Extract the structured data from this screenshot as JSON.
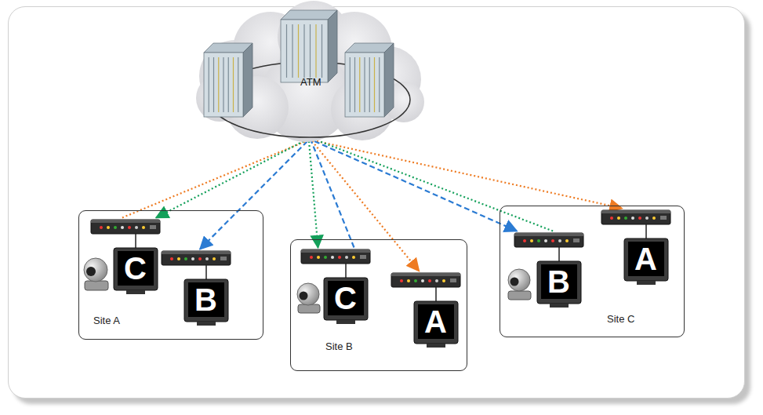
{
  "diagram": {
    "nodes": [
      {
        "text": [
          "ATM"
        ]
      },
      {
        "text": [
          "Site A"
        ]
      },
      {
        "text": [
          "C"
        ],
        "in": 1
      },
      {
        "text": [
          "B"
        ],
        "in": 1
      },
      {
        "text": [
          "Site B"
        ]
      },
      {
        "text": [
          "C"
        ],
        "in": 4
      },
      {
        "text": [
          "A"
        ],
        "in": 4
      },
      {
        "text": [
          "Site C"
        ]
      },
      {
        "text": [
          "B"
        ],
        "in": 7
      },
      {
        "text": [
          "A"
        ],
        "in": 7
      }
    ],
    "edges": [
      {
        "from": 2,
        "to": 0,
        "arrow": "none"
      },
      {
        "from": 0,
        "to": 6,
        "arrow": "to"
      },
      {
        "from": 0,
        "to": 9,
        "arrow": "to"
      },
      {
        "from": 0,
        "to": 2,
        "arrow": "to"
      },
      {
        "from": 0,
        "to": 5,
        "arrow": "to"
      },
      {
        "from": 8,
        "to": 0,
        "arrow": "none"
      },
      {
        "from": 0,
        "to": 3,
        "arrow": "to"
      },
      {
        "from": 5,
        "to": 0,
        "arrow": "none"
      },
      {
        "from": 0,
        "to": 8,
        "arrow": "to"
      }
    ]
  }
}
